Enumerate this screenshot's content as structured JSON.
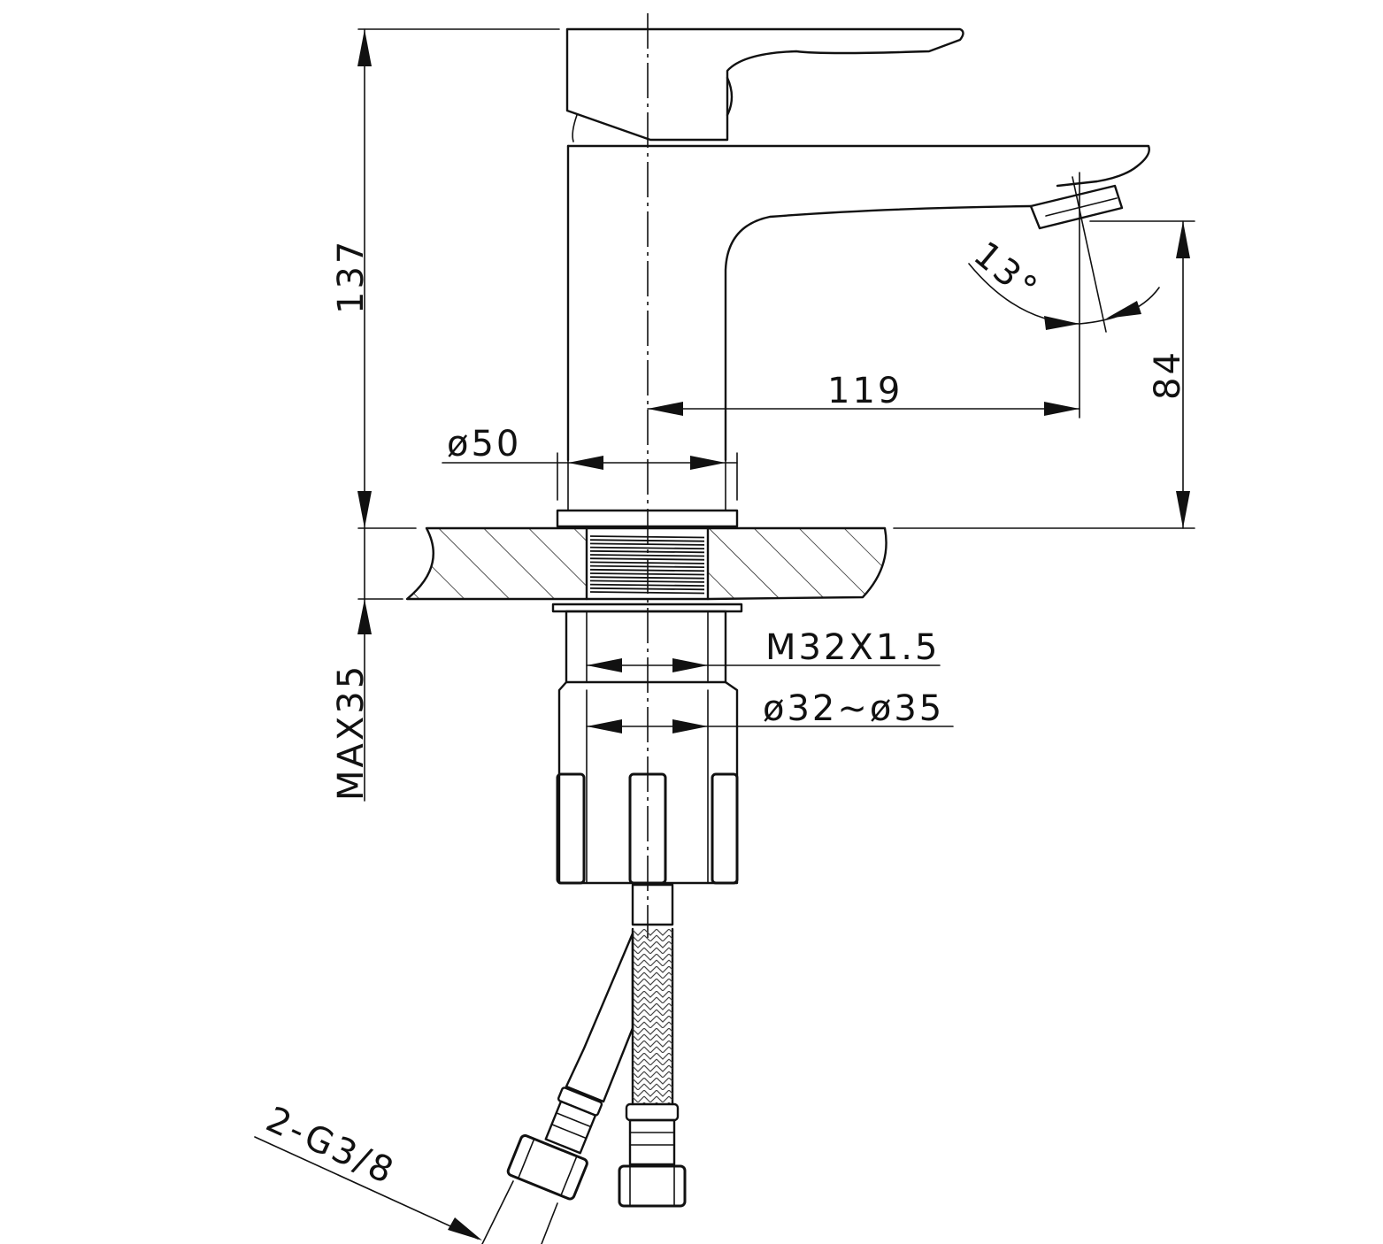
{
  "drawing": {
    "dimensions": {
      "height_total": "137",
      "spout_height": "84",
      "spout_reach": "119",
      "base_diameter": "ø50",
      "spout_angle": "13°",
      "thread": "M32X1.5",
      "hole_diameter": "ø32~ø35",
      "max_deck_thickness": "MAX35",
      "hose_connection": "2-G3/8"
    }
  }
}
